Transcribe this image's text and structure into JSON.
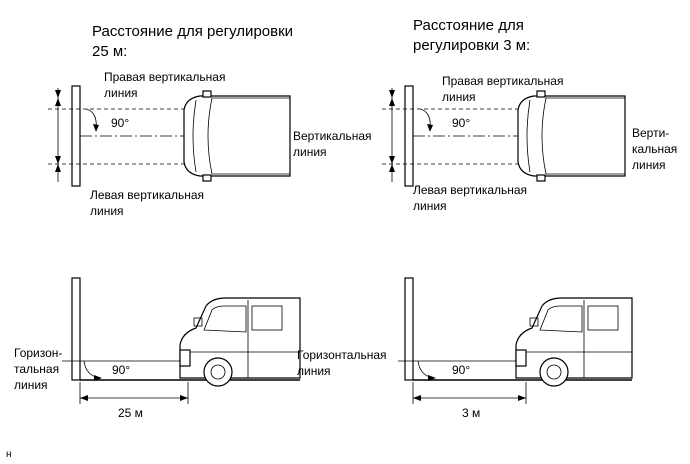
{
  "panels": {
    "left": {
      "header_line1": "Расстояние для регулировки",
      "header_line2": "25 м:",
      "top_right_line_label_1": "Правая вертикальная",
      "top_right_line_label_2": "линия",
      "top_angle": "90°",
      "top_center_label_1": "Вертикальная",
      "top_center_label_2": "линия",
      "top_left_line_label_1": "Левая вертикальная",
      "top_left_line_label_2": "линия",
      "side_horizontal_label_1": "Горизон-",
      "side_horizontal_label_2": "тальная",
      "side_horizontal_label_3": "линия",
      "side_angle": "90°",
      "distance": "25 м"
    },
    "right": {
      "header_line1": "Расстояние для",
      "header_line2": "регулировки 3 м:",
      "top_right_line_label_1": "Правая вертикальная",
      "top_right_line_label_2": "линия",
      "top_angle": "90°",
      "top_center_label_1": "Верти-",
      "top_center_label_2": "кальная",
      "top_center_label_3": "линия",
      "top_left_line_label_1": "Левая вертикальная",
      "top_left_line_label_2": "линия",
      "side_horizontal_label_1": "Горизонтальная",
      "side_horizontal_label_2": "линия",
      "side_angle": "90°",
      "distance": "3 м"
    }
  },
  "footer_code": "н"
}
